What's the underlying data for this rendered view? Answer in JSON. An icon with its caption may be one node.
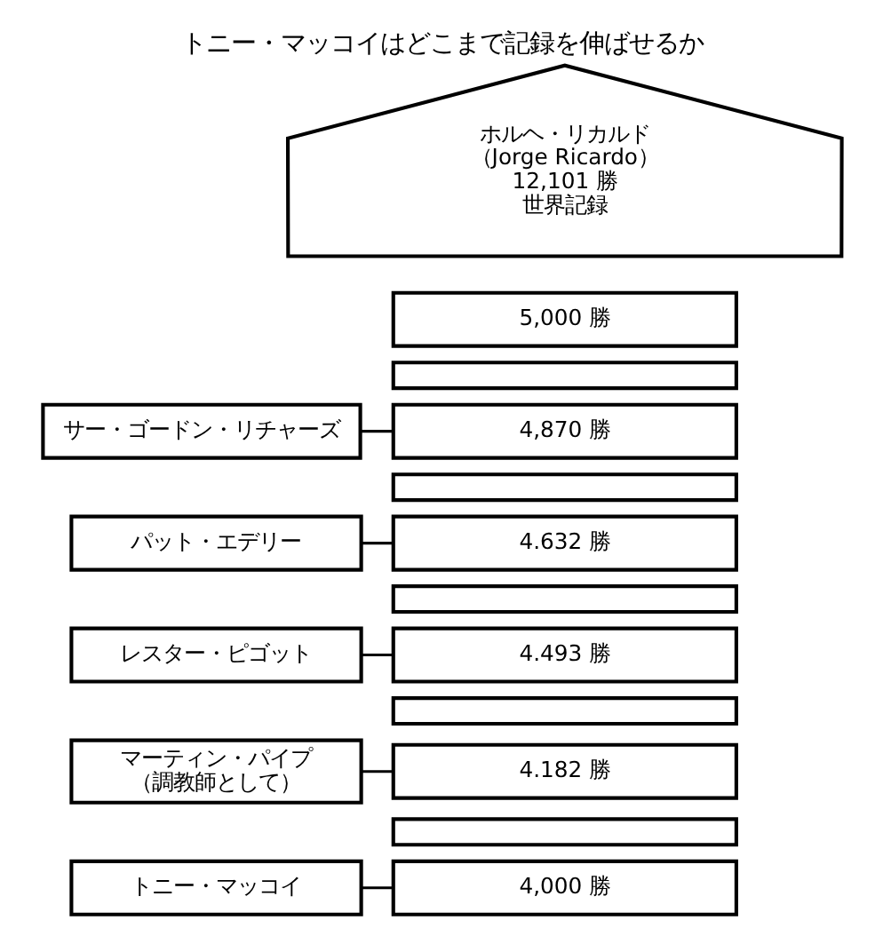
{
  "diagram": {
    "title": "トニー・マッコイはどこまで記録を伸ばせるか",
    "nodes": [
      {
        "text": [
          "ホルヘ・リカルド",
          "（Jorge Ricardo）",
          "12,101 勝",
          "世界記録"
        ]
      },
      {
        "text": [
          "5,000 勝"
        ]
      },
      {
        "text": [],
        "shape": "box"
      },
      {
        "text": [
          "4,870 勝"
        ]
      },
      {
        "text": [],
        "shape": "box"
      },
      {
        "text": [
          "4.632 勝"
        ]
      },
      {
        "text": [],
        "shape": "box"
      },
      {
        "text": [
          "4.493 勝"
        ]
      },
      {
        "text": [],
        "shape": "box"
      },
      {
        "text": [
          "4.182 勝"
        ]
      },
      {
        "text": [],
        "shape": "box"
      },
      {
        "text": [
          "4,000 勝"
        ]
      },
      {
        "text": [
          "サー・ゴードン・リチャーズ"
        ]
      },
      {
        "text": [
          "パット・エデリー"
        ]
      },
      {
        "text": [
          "レスター・ピゴット"
        ]
      },
      {
        "text": [
          "マーティン・パイプ",
          "（調教師として）"
        ]
      },
      {
        "text": [
          "トニー・マッコイ"
        ]
      }
    ],
    "edges": [
      {
        "from": 12,
        "to": 3,
        "arrow": "none"
      },
      {
        "from": 13,
        "to": 5,
        "arrow": "none"
      },
      {
        "from": 14,
        "to": 7,
        "arrow": "none"
      },
      {
        "from": 15,
        "to": 9,
        "arrow": "none"
      },
      {
        "from": 16,
        "to": 11,
        "arrow": "none"
      }
    ]
  }
}
